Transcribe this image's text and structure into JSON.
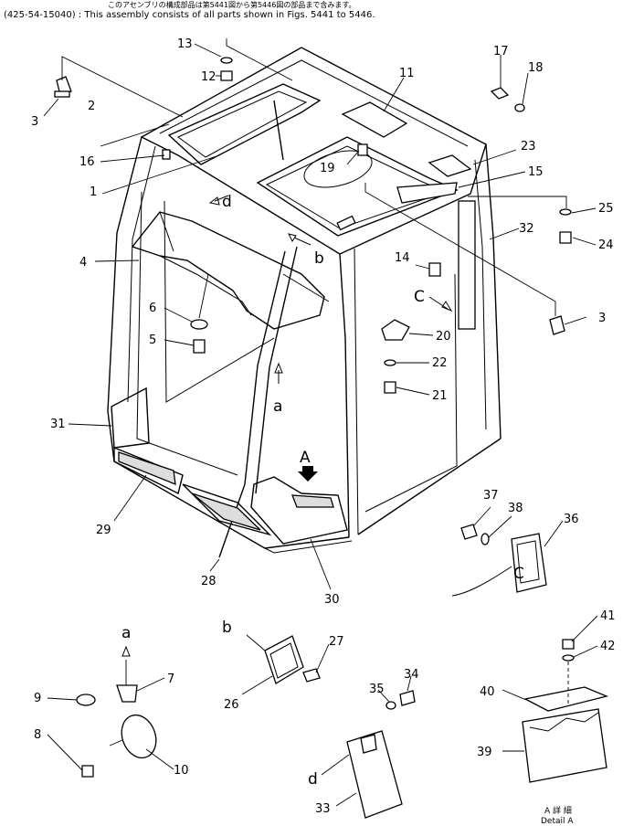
{
  "header": {
    "line1": "このアセンブリの構成部品は第5441図から第5446図の部品まで含みます。",
    "line2": "(425-54-15040) : This assembly consists of all parts shown in Figs. 5441 to 5446."
  },
  "callouts": {
    "n1": "1",
    "n2": "2",
    "n3a": "3",
    "n3b": "3",
    "n4": "4",
    "n5": "5",
    "n6": "6",
    "n7": "7",
    "n8": "8",
    "n9": "9",
    "n10": "10",
    "n11": "11",
    "n12": "12",
    "n13": "13",
    "n14": "14",
    "n15": "15",
    "n16": "16",
    "n17": "17",
    "n18": "18",
    "n19": "19",
    "n20": "20",
    "n21": "21",
    "n22": "22",
    "n23": "23",
    "n24": "24",
    "n25": "25",
    "n26": "26",
    "n27": "27",
    "n28": "28",
    "n29": "29",
    "n30": "30",
    "n31": "31",
    "n32": "32",
    "n33": "33",
    "n34": "34",
    "n35": "35",
    "n36": "36",
    "n37": "37",
    "n38": "38",
    "n39": "39",
    "n40": "40",
    "n41": "41",
    "n42": "42"
  },
  "view_letters": {
    "a_main": "a",
    "a_detail": "a",
    "b_main": "b",
    "b_detail": "b",
    "c_main": "C",
    "c_detail": "C",
    "d_main": "d",
    "d_detail": "d",
    "A_arrow": "A"
  },
  "detail_caption": {
    "jp": "A 詳 細",
    "en": "Detail A"
  }
}
